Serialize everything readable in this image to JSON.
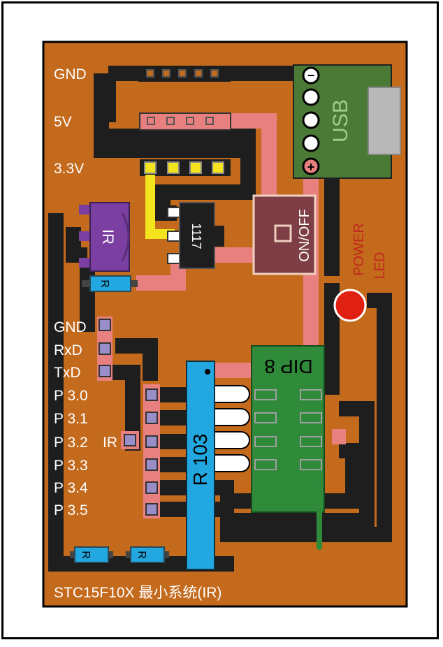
{
  "board": {
    "title": "STC15F10X 最小系统(IR)",
    "colors": {
      "pcb": "#c46a1c",
      "trace_black": "#1e1e1e",
      "trace_pink": "#e98080",
      "usb_green": "#4a7a35",
      "dip_green": "#2f8a3a",
      "resistor_blue": "#22a7e0",
      "ir_purple": "#7a3fa0",
      "yellow_wire": "#f4e41e",
      "led_red": "#e02010",
      "label_red": "#c0281e"
    }
  },
  "power_header_labels": {
    "gnd": "GND",
    "v5": "5V",
    "v33": "3.3V"
  },
  "usb": {
    "label": "USB",
    "minus_symbol": "−",
    "plus_symbol": "+"
  },
  "regulator": {
    "label": "1117"
  },
  "switch": {
    "label": "ON/OFF"
  },
  "power_led": {
    "line1": "POWER",
    "line2": "LED"
  },
  "ir_receiver": {
    "label": "IR"
  },
  "resistors": {
    "r_ir": "R",
    "r_bottom_left": "R",
    "r_bottom_mid": "R"
  },
  "resistor_network": {
    "label": "R 103"
  },
  "chip": {
    "label": "DIP 8"
  },
  "uart_pins": {
    "gnd": "GND",
    "rxd": "RxD",
    "txd": "TxD"
  },
  "io_pins": {
    "p30": "P 3.0",
    "p31": "P 3.1",
    "p32": "P 3.2",
    "p32_ir": "IR",
    "p33": "P 3.3",
    "p34": "P 3.4",
    "p35": "P 3.5"
  }
}
